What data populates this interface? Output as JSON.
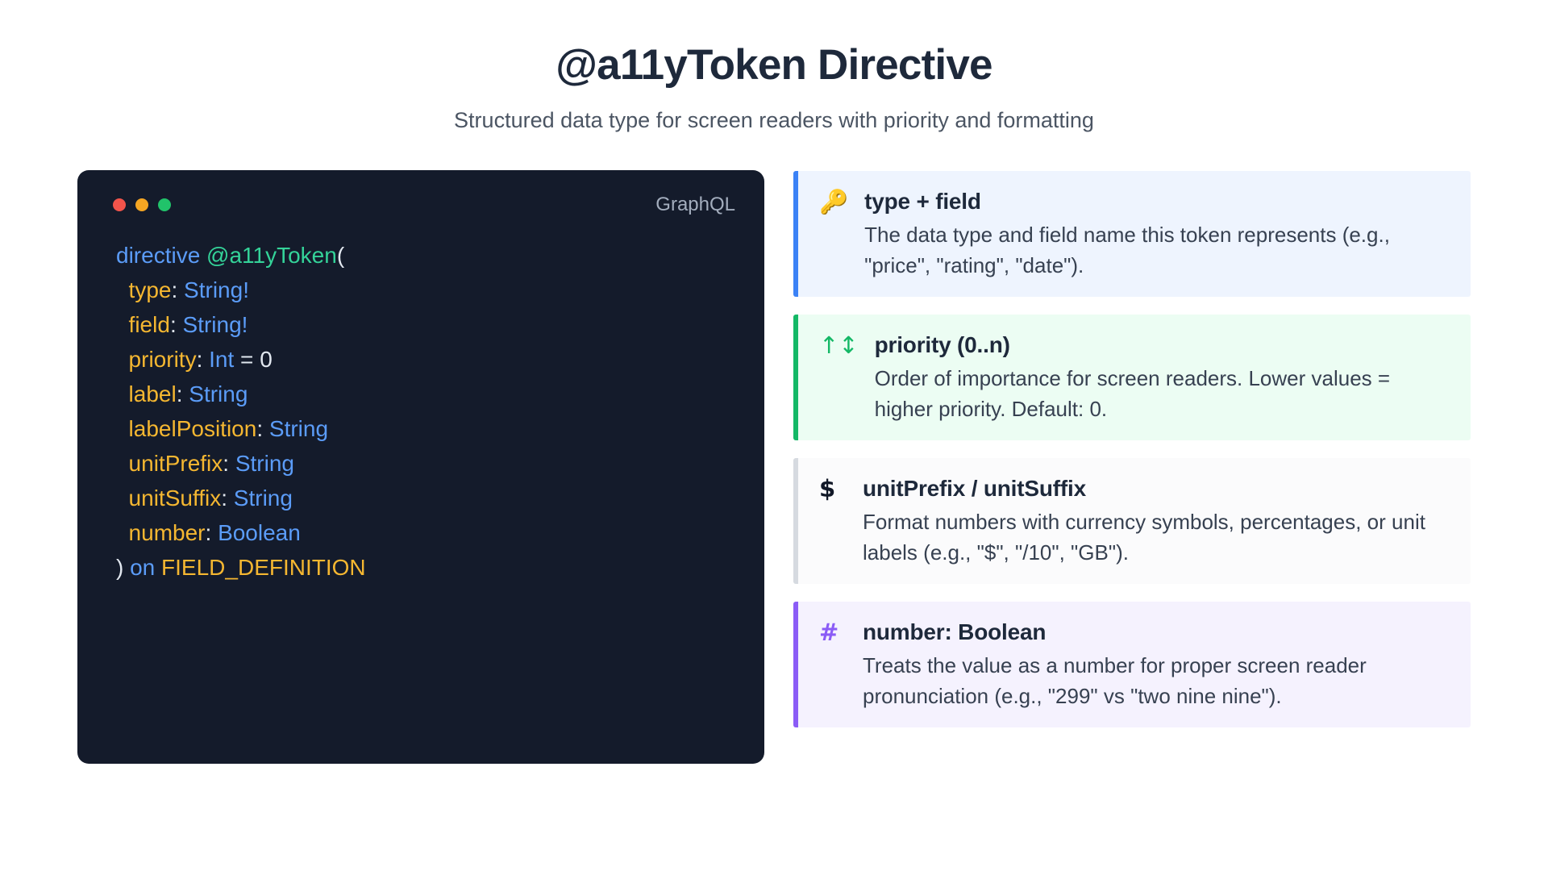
{
  "header": {
    "title": "@a11yToken Directive",
    "subtitle": "Structured data type for screen readers with priority and formatting"
  },
  "code_panel": {
    "language_label": "GraphQL",
    "window_dots": [
      "red",
      "yellow",
      "green"
    ],
    "lines": [
      {
        "segments": [
          {
            "text": "directive ",
            "role": "keyword"
          },
          {
            "text": "@a11yToken",
            "role": "directive-name"
          },
          {
            "text": "(",
            "role": "punctuation"
          }
        ]
      },
      {
        "segments": [
          {
            "text": "  type",
            "role": "argument"
          },
          {
            "text": ": ",
            "role": "colon"
          },
          {
            "text": "String!",
            "role": "type"
          }
        ]
      },
      {
        "segments": [
          {
            "text": "  field",
            "role": "argument"
          },
          {
            "text": ": ",
            "role": "colon"
          },
          {
            "text": "String!",
            "role": "type"
          }
        ]
      },
      {
        "segments": [
          {
            "text": "  priority",
            "role": "argument"
          },
          {
            "text": ": ",
            "role": "colon"
          },
          {
            "text": "Int",
            "role": "type"
          },
          {
            "text": " = ",
            "role": "equals"
          },
          {
            "text": "0",
            "role": "number"
          }
        ]
      },
      {
        "segments": [
          {
            "text": "  label",
            "role": "argument"
          },
          {
            "text": ": ",
            "role": "colon"
          },
          {
            "text": "String",
            "role": "type"
          }
        ]
      },
      {
        "segments": [
          {
            "text": "  labelPosition",
            "role": "argument"
          },
          {
            "text": ": ",
            "role": "colon"
          },
          {
            "text": "String",
            "role": "type"
          }
        ]
      },
      {
        "segments": [
          {
            "text": "  unitPrefix",
            "role": "argument"
          },
          {
            "text": ": ",
            "role": "colon"
          },
          {
            "text": "String",
            "role": "type"
          }
        ]
      },
      {
        "segments": [
          {
            "text": "  unitSuffix",
            "role": "argument"
          },
          {
            "text": ": ",
            "role": "colon"
          },
          {
            "text": "String",
            "role": "type"
          }
        ]
      },
      {
        "segments": [
          {
            "text": "  number",
            "role": "argument"
          },
          {
            "text": ": ",
            "role": "colon"
          },
          {
            "text": "Boolean",
            "role": "type"
          }
        ]
      },
      {
        "segments": [
          {
            "text": ") ",
            "role": "punctuation"
          },
          {
            "text": "on ",
            "role": "keyword"
          },
          {
            "text": "FIELD_DEFINITION",
            "role": "location"
          }
        ]
      }
    ],
    "plain_text": "directive @a11yToken(\n  type: String!\n  field: String!\n  priority: Int = 0\n  label: String\n  labelPosition: String\n  unitPrefix: String\n  unitSuffix: String\n  number: Boolean\n) on FIELD_DEFINITION"
  },
  "cards": [
    {
      "icon_glyph": "🔑",
      "icon_name": "key-icon",
      "title": "type + field",
      "description": "The data type and field name this token represents (e.g., \"price\", \"rating\", \"date\").",
      "accent": "#3b82f6",
      "background": "#eef4fe",
      "variant": "blue"
    },
    {
      "icon_glyph": "↑↕",
      "icon_name": "sort-numeric-up-icon",
      "title": "priority (0..n)",
      "description": "Order of importance for screen readers. Lower values = higher priority. Default: 0.",
      "accent": "#14b866",
      "background": "#ecfdf3",
      "variant": "green"
    },
    {
      "icon_glyph": "$",
      "icon_name": "dollar-sign-icon",
      "title": "unitPrefix / unitSuffix",
      "description": "Format numbers with currency symbols, percentages, or unit labels (e.g., \"$\", \"/10\", \"GB\").",
      "accent": "#d6dae0",
      "background": "#fbfbfc",
      "variant": "gray"
    },
    {
      "icon_glyph": "#",
      "icon_name": "hash-icon",
      "title": "number: Boolean",
      "description": "Treats the value as a number for proper screen reader pronunciation (e.g., \"299\" vs \"two nine nine\").",
      "accent": "#8b5cf6",
      "background": "#f5f2fe",
      "variant": "purple"
    }
  ]
}
